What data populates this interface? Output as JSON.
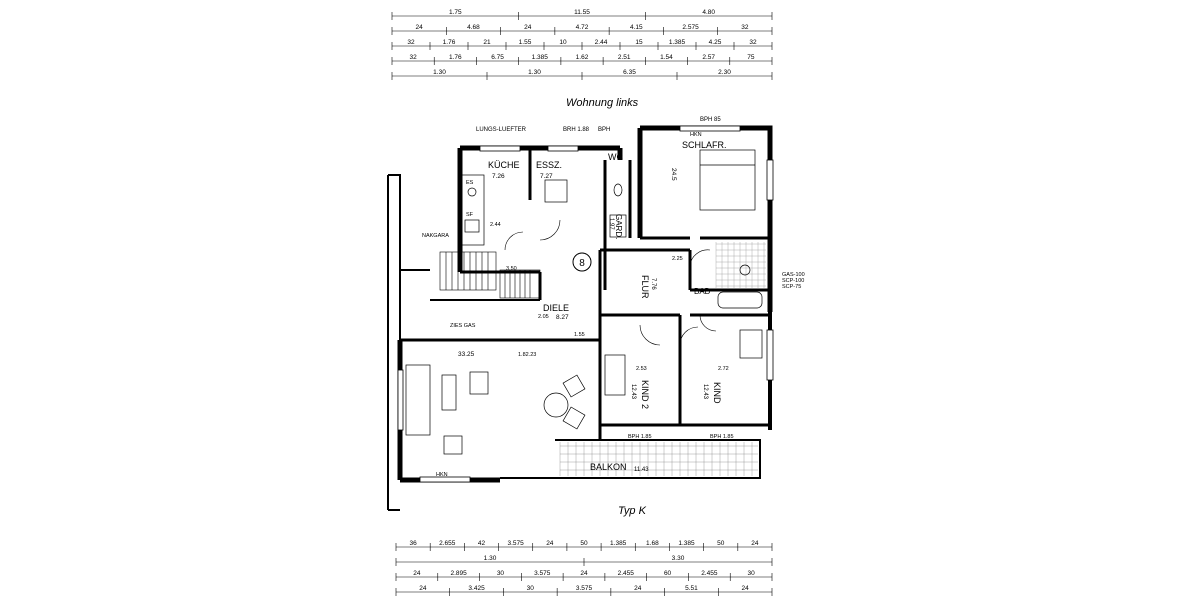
{
  "header": {
    "title": "Wohnung links"
  },
  "footer": {
    "title": "Typ  K"
  },
  "dimensions_top": [
    [
      "1.75",
      "11.55",
      "4.80"
    ],
    [
      "24",
      "4.68",
      "24",
      "4.72",
      "4.15",
      "2.575",
      "32"
    ],
    [
      "32",
      "1.76",
      "21",
      "1.55",
      "10",
      "2.44",
      "15",
      "1.385",
      "4.25",
      "32"
    ],
    [
      "32",
      "1.76",
      "6.75",
      "1.385",
      "1.62",
      "2.51",
      "1.54",
      "2.57",
      "75"
    ],
    [
      "1.30",
      "1.30",
      "6.35",
      "2.30"
    ]
  ],
  "dimensions_bottom": [
    [
      "36",
      "2.655",
      "42",
      "3.575",
      "24",
      "50",
      "1.385",
      "1.68",
      "1.385",
      "50",
      "24"
    ],
    [
      "1.30",
      "3.30"
    ],
    [
      "24",
      "2.895",
      "30",
      "3.575",
      "24",
      "2.455",
      "60",
      "2.455",
      "30"
    ],
    [
      "24",
      "3.425",
      "30",
      "3.575",
      "24",
      "5.51",
      "24"
    ]
  ],
  "rooms": {
    "kueche": {
      "name": "KÜCHE",
      "area": "7.26"
    },
    "essz": {
      "name": "ESSZ.",
      "area": "7.27"
    },
    "wc": {
      "name": "WC"
    },
    "schlafr": {
      "name": "SCHLAFR.",
      "area": "24.5"
    },
    "gard": {
      "name": "GARD.",
      "area": "1.97"
    },
    "flur": {
      "name": "FLUR",
      "area": "7.76"
    },
    "bad": {
      "name": "BAD"
    },
    "diele": {
      "name": "DIELE",
      "area": "8.27"
    },
    "wohnen": {
      "area": "33.25"
    },
    "kind2": {
      "name": "KIND 2",
      "area": "12.43"
    },
    "kind": {
      "name": "KIND",
      "area": "12.43"
    },
    "balkon": {
      "name": "BALKON",
      "area": "11.43"
    }
  },
  "annotations": {
    "lungs": "LUNGS-LUEFTER",
    "brh188": "BRH 1.88",
    "bph": "BPH",
    "bph85": "BPH 85",
    "hkn": "HKN",
    "nakgara": "NAKGARA",
    "gas": "GAS-100",
    "scp100": "SCP-100",
    "scp75": "SCP-75",
    "bph185a": "BPH 1.85",
    "bph185b": "BPH 1.85",
    "zies": "ZIES GAS",
    "ees": "ES",
    "sf": "SF",
    "d244": "2.44",
    "d350": "3.50",
    "d155": "1.55",
    "d182": "1.82.23",
    "d225": "2.25",
    "d205": "2.05",
    "d272": "2.72",
    "d253": "2.53",
    "circle": "8"
  }
}
